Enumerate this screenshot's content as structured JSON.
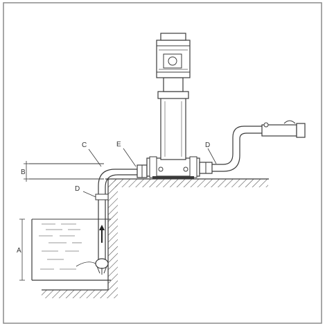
{
  "diagram": {
    "labels": {
      "d_upper": "D",
      "d_left": "D",
      "c": "C",
      "e": "E",
      "a": "A",
      "b": "B"
    },
    "colors": {
      "line": "#3a3a3a",
      "frame": "#8a8a8a",
      "background": "#ffffff"
    },
    "icons": [
      "pump-motor-icon",
      "flow-arrow-icon",
      "foot-valve-icon",
      "gate-valve-icon",
      "ground-hatch"
    ]
  }
}
